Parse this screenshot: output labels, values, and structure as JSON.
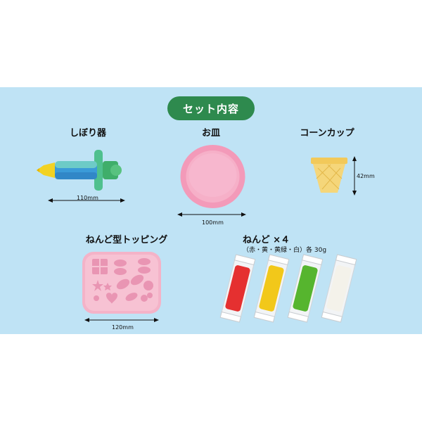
{
  "header": {
    "title": "セット内容"
  },
  "items": {
    "squeezer": {
      "label": "しぼり器",
      "width": "110mm"
    },
    "plate": {
      "label": "お皿",
      "width": "100mm"
    },
    "cone": {
      "label": "コーンカップ",
      "height": "42mm"
    },
    "mold": {
      "label": "ねんど型トッピング",
      "width": "120mm"
    },
    "clay": {
      "label": "ねんど ×４",
      "detail": "（赤・黄・黄緑・白）各 30g",
      "colors": [
        "#e53030",
        "#f2c81a",
        "#56b52e",
        "#f4f2ea"
      ]
    }
  },
  "colors": {
    "background_panel": "#bfe3f5",
    "badge": "#2e8a4e",
    "plate": "#f6a9c4",
    "mold": "#f4b3c8",
    "cone": "#f5d67a"
  }
}
